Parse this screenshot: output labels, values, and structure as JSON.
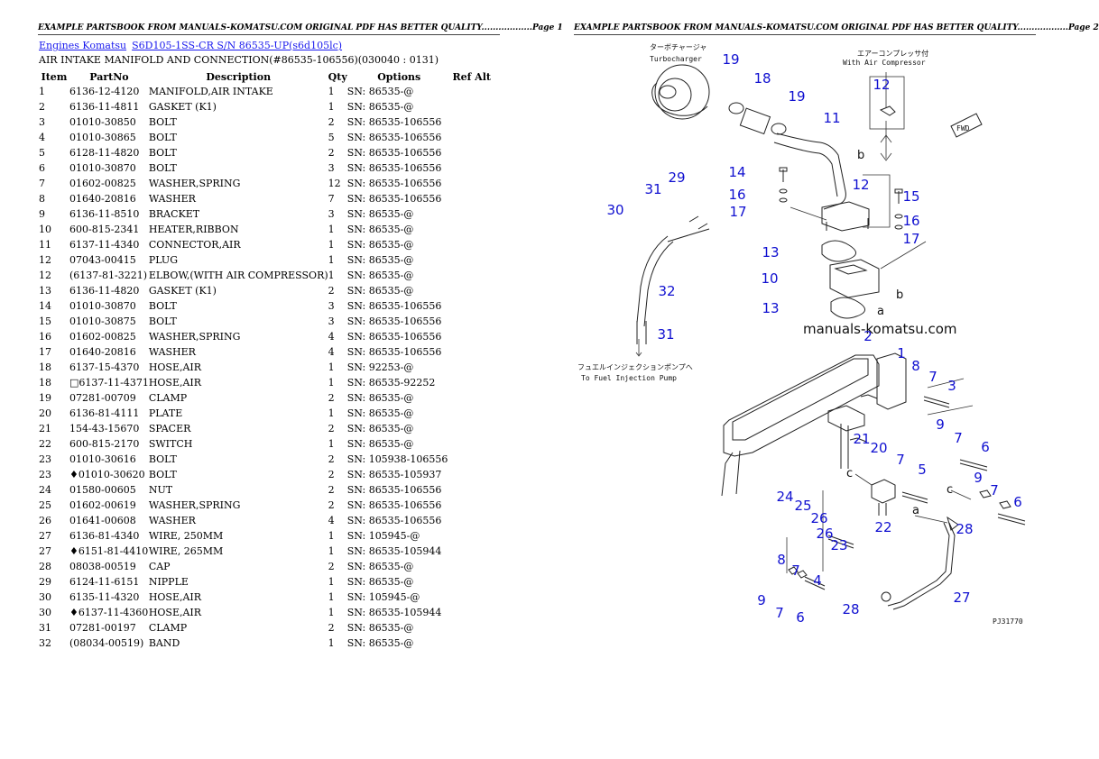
{
  "page_header_1": "EXAMPLE PARTSBOOK FROM MANUALS-KOMATSU.COM ORIGINAL PDF HAS BETTER QUALITY..................Page 1",
  "page_header_2": "EXAMPLE PARTSBOOK FROM MANUALS-KOMATSU.COM ORIGINAL PDF HAS BETTER QUALITY..................Page 2",
  "breadcrumb": {
    "link1": "Engines Komatsu",
    "link2": "S6D105-1SS-CR S/N 86535-UP(s6d105lc)"
  },
  "section_title": "AIR INTAKE MANIFOLD AND CONNECTION(#86535-106556)(030040 : 0131)",
  "table": {
    "headers": {
      "item": "Item",
      "partno": "PartNo",
      "description": "Description",
      "qty": "Qty",
      "options": "Options",
      "refalt": "Ref Alt"
    },
    "rows": [
      {
        "item": "1",
        "partno": "6136-12-4120",
        "description": "MANIFOLD,AIR INTAKE",
        "qty": "1",
        "options": "SN: 86535-@"
      },
      {
        "item": "2",
        "partno": "6136-11-4811",
        "description": "GASKET (K1)",
        "qty": "1",
        "options": "SN: 86535-@"
      },
      {
        "item": "3",
        "partno": "01010-30850",
        "description": "BOLT",
        "qty": "2",
        "options": "SN: 86535-106556"
      },
      {
        "item": "4",
        "partno": "01010-30865",
        "description": "BOLT",
        "qty": "5",
        "options": "SN: 86535-106556"
      },
      {
        "item": "5",
        "partno": "6128-11-4820",
        "description": "BOLT",
        "qty": "2",
        "options": "SN: 86535-106556"
      },
      {
        "item": "6",
        "partno": "01010-30870",
        "description": "BOLT",
        "qty": "3",
        "options": "SN: 86535-106556"
      },
      {
        "item": "7",
        "partno": "01602-00825",
        "description": "WASHER,SPRING",
        "qty": "12",
        "options": "SN: 86535-106556"
      },
      {
        "item": "8",
        "partno": "01640-20816",
        "description": "WASHER",
        "qty": "7",
        "options": "SN: 86535-106556"
      },
      {
        "item": "9",
        "partno": "6136-11-8510",
        "description": "BRACKET",
        "qty": "3",
        "options": "SN: 86535-@"
      },
      {
        "item": "10",
        "partno": "600-815-2341",
        "description": "HEATER,RIBBON",
        "qty": "1",
        "options": "SN: 86535-@"
      },
      {
        "item": "11",
        "partno": "6137-11-4340",
        "description": "CONNECTOR,AIR",
        "qty": "1",
        "options": "SN: 86535-@"
      },
      {
        "item": "12",
        "partno": "07043-00415",
        "description": "PLUG",
        "qty": "1",
        "options": "SN: 86535-@"
      },
      {
        "item": "12",
        "partno": "(6137-81-3221)",
        "description": "ELBOW,(WITH AIR COMPRESSOR)",
        "qty": "1",
        "options": "SN: 86535-@"
      },
      {
        "item": "13",
        "partno": "6136-11-4820",
        "description": "GASKET (K1)",
        "qty": "2",
        "options": "SN: 86535-@"
      },
      {
        "item": "14",
        "partno": "01010-30870",
        "description": "BOLT",
        "qty": "3",
        "options": "SN: 86535-106556"
      },
      {
        "item": "15",
        "partno": "01010-30875",
        "description": "BOLT",
        "qty": "3",
        "options": "SN: 86535-106556"
      },
      {
        "item": "16",
        "partno": "01602-00825",
        "description": "WASHER,SPRING",
        "qty": "4",
        "options": "SN: 86535-106556"
      },
      {
        "item": "17",
        "partno": "01640-20816",
        "description": "WASHER",
        "qty": "4",
        "options": "SN: 86535-106556"
      },
      {
        "item": "18",
        "partno": "6137-15-4370",
        "description": "HOSE,AIR",
        "qty": "1",
        "options": "SN: 92253-@"
      },
      {
        "item": "18",
        "partno": "□6137-11-4371",
        "description": "HOSE,AIR",
        "qty": "1",
        "options": "SN: 86535-92252"
      },
      {
        "item": "19",
        "partno": "07281-00709",
        "description": "CLAMP",
        "qty": "2",
        "options": "SN: 86535-@"
      },
      {
        "item": "20",
        "partno": "6136-81-4111",
        "description": "PLATE",
        "qty": "1",
        "options": "SN: 86535-@"
      },
      {
        "item": "21",
        "partno": "154-43-15670",
        "description": "SPACER",
        "qty": "2",
        "options": "SN: 86535-@"
      },
      {
        "item": "22",
        "partno": "600-815-2170",
        "description": "SWITCH",
        "qty": "1",
        "options": "SN: 86535-@"
      },
      {
        "item": "23",
        "partno": "01010-30616",
        "description": "BOLT",
        "qty": "2",
        "options": "SN: 105938-106556"
      },
      {
        "item": "23",
        "partno": "♦01010-30620",
        "description": "BOLT",
        "qty": "2",
        "options": "SN: 86535-105937"
      },
      {
        "item": "24",
        "partno": "01580-00605",
        "description": "NUT",
        "qty": "2",
        "options": "SN: 86535-106556"
      },
      {
        "item": "25",
        "partno": "01602-00619",
        "description": "WASHER,SPRING",
        "qty": "2",
        "options": "SN: 86535-106556"
      },
      {
        "item": "26",
        "partno": "01641-00608",
        "description": "WASHER",
        "qty": "4",
        "options": "SN: 86535-106556"
      },
      {
        "item": "27",
        "partno": "6136-81-4340",
        "description": "WIRE, 250MM",
        "qty": "1",
        "options": "SN: 105945-@"
      },
      {
        "item": "27",
        "partno": "♦6151-81-4410",
        "description": "WIRE, 265MM",
        "qty": "1",
        "options": "SN: 86535-105944"
      },
      {
        "item": "28",
        "partno": "08038-00519",
        "description": "CAP",
        "qty": "2",
        "options": "SN: 86535-@"
      },
      {
        "item": "29",
        "partno": "6124-11-6151",
        "description": "NIPPLE",
        "qty": "1",
        "options": "SN: 86535-@"
      },
      {
        "item": "30",
        "partno": "6135-11-4320",
        "description": "HOSE,AIR",
        "qty": "1",
        "options": "SN: 105945-@"
      },
      {
        "item": "30",
        "partno": "♦6137-11-4360",
        "description": "HOSE,AIR",
        "qty": "1",
        "options": "SN: 86535-105944"
      },
      {
        "item": "31",
        "partno": "07281-00197",
        "description": "CLAMP",
        "qty": "2",
        "options": "SN: 86535-@"
      },
      {
        "item": "32",
        "partno": "(08034-00519)",
        "description": "BAND",
        "qty": "1",
        "options": "SN: 86535-@"
      }
    ]
  },
  "diagram": {
    "jp_turbo": "ターボチャージャ",
    "en_turbo": "Turbocharger",
    "jp_compressor": "エアーコンプレッサ付",
    "en_compressor": "With Air Compressor",
    "jp_fuel": "フュエルインジェクションポンプへ",
    "en_fuel": "To Fuel Injection Pump",
    "watermark": "manuals-komatsu.com",
    "fwd": "FWD",
    "drawing_no": "PJ31770",
    "letters": [
      "b",
      "b",
      "a",
      "c",
      "c",
      "a"
    ],
    "callouts": [
      "19",
      "18",
      "19",
      "11",
      "12",
      "14",
      "16",
      "17",
      "12",
      "15",
      "16",
      "17",
      "31",
      "29",
      "30",
      "13",
      "10",
      "32",
      "13",
      "31",
      "2",
      "1",
      "8",
      "7",
      "3",
      "9",
      "7",
      "6",
      "21",
      "20",
      "7",
      "5",
      "9",
      "7",
      "6",
      "24",
      "25",
      "26",
      "22",
      "28",
      "26",
      "23",
      "8",
      "7",
      "4",
      "9",
      "7",
      "6",
      "28",
      "27"
    ]
  }
}
